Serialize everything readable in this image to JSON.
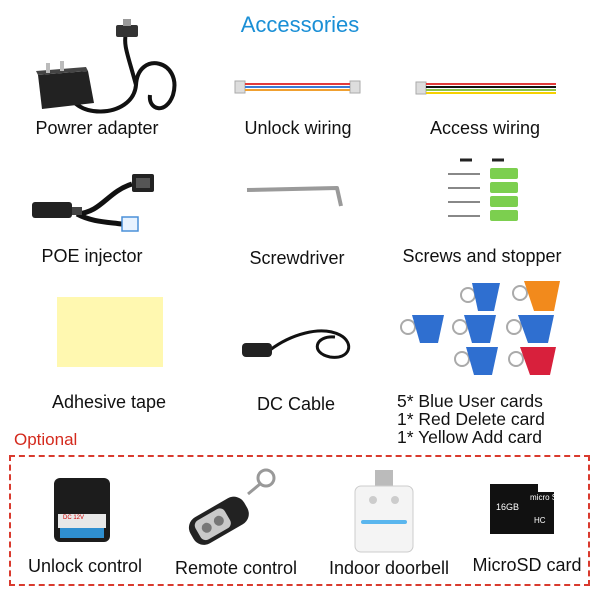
{
  "header": {
    "title": "Accessories"
  },
  "accessories": [
    {
      "label": "Powrer adapter"
    },
    {
      "label": "Unlock wiring"
    },
    {
      "label": "Access wiring"
    },
    {
      "label": "POE injector"
    },
    {
      "label": "Screwdriver"
    },
    {
      "label": "Screws and stopper"
    },
    {
      "label": "Adhesive tape"
    },
    {
      "label": "DC Cable"
    }
  ],
  "cards": [
    "5*  Blue User cards",
    "1*  Red Delete card",
    "1*  Yellow Add card"
  ],
  "optional": {
    "heading": "Optional",
    "items": [
      {
        "label": "Unlock control",
        "badge": "DC 12V"
      },
      {
        "label": "Remote control"
      },
      {
        "label": "Indoor doorbell"
      },
      {
        "label": "MicroSD card",
        "capacity": "16GB",
        "brand": "micro SD",
        "class_mark": "HC"
      }
    ]
  },
  "colors": {
    "title": "#1a8fd6",
    "optional": "#d42a1d",
    "dashed_border": "#d93a2e",
    "tape": "#fff8b0",
    "card_blue": "#2f6fd0",
    "card_orange": "#f28a1c",
    "card_red": "#d8203c",
    "stopper_green": "#7ccf4f"
  }
}
